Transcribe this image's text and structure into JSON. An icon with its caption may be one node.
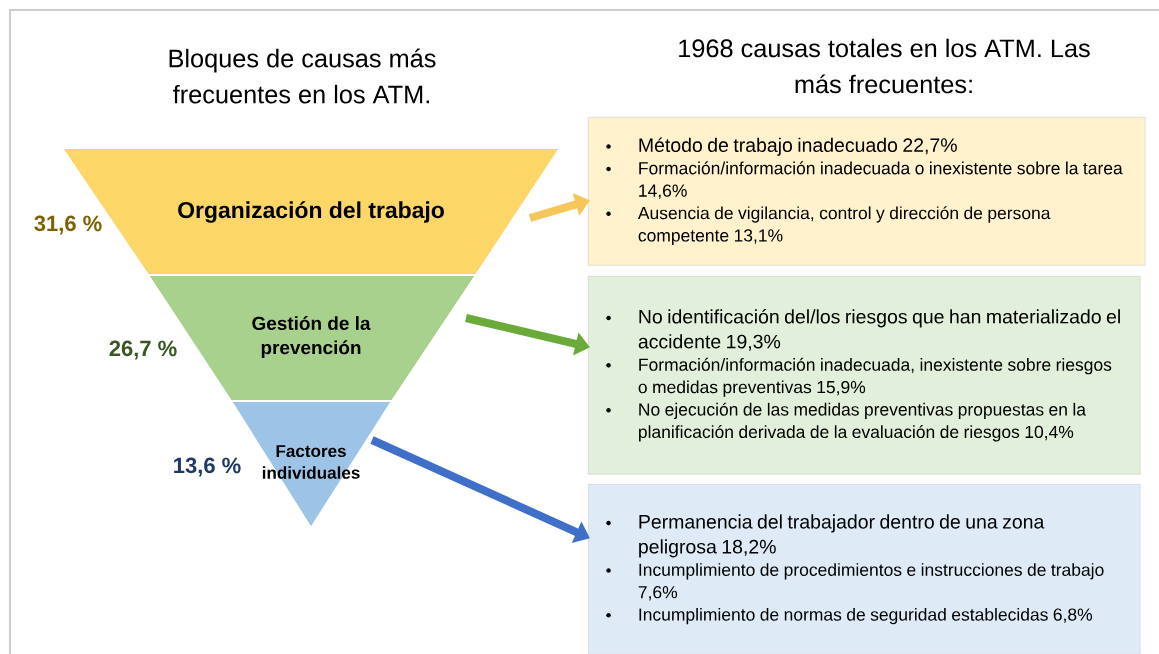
{
  "diagram": {
    "nodes": [
      {
        "text": [
          "Organización del trabajo"
        ],
        "beside": [
          "31,6 %"
        ]
      },
      {
        "text": [
          "Gestión de la prevención"
        ],
        "beside": [
          "26,7 %"
        ]
      },
      {
        "text": [
          "Factores individuales"
        ],
        "beside": [
          "13,6 %"
        ]
      },
      {
        "text": [
          "Método de trabajo inadecuado 22,7%",
          "Formación/información inadecuada o inexistente sobre la tarea 14,6%",
          "Ausencia de vigilancia, control y dirección de persona competente 13,1%"
        ]
      },
      {
        "text": [
          "No identificación del/los riesgos que han materializado el accidente 19,3%",
          "Formación/información inadecuada, inexistente sobre riesgos o medidas preventivas 15,9%",
          "No ejecución de las medidas preventivas propuestas en la planificación derivada de la evaluación de riesgos 10,4%"
        ]
      },
      {
        "text": [
          "Permanencia del trabajador dentro de una zona peligrosa 18,2%",
          "Incumplimiento de procedimientos e instrucciones de trabajo 7,6%",
          "Incumplimiento de normas de seguridad establecidas 6,8%"
        ]
      }
    ],
    "edges": [
      {
        "from": 0,
        "to": 3,
        "arrow": "to",
        "color": "#f5c75a"
      },
      {
        "from": 1,
        "to": 4,
        "arrow": "to",
        "color": "#6aaa3a"
      },
      {
        "from": 2,
        "to": 5,
        "arrow": "to",
        "color": "#3f6fc8"
      }
    ],
    "labels": [
      "Bloques de causas más frecuentes en los ATM.",
      "1968 causas totales en los ATM. Las más frecuentes:"
    ]
  }
}
